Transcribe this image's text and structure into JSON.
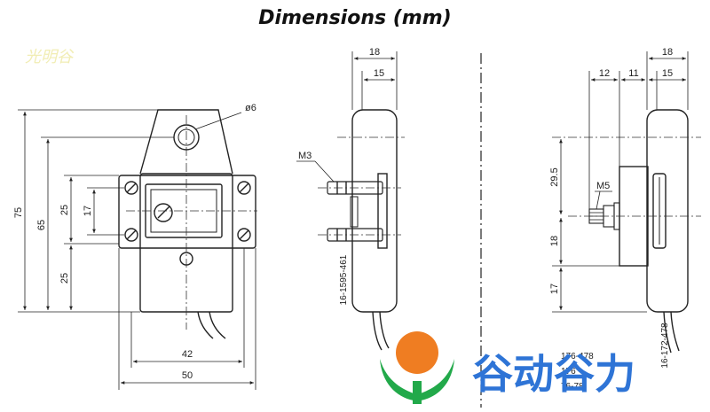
{
  "title": "Dimensions (mm)",
  "watermark": "光明谷",
  "dimensions": {
    "hole_diameter": "ø6",
    "height_total": "75",
    "height_mid": "65",
    "height_upper": "25",
    "pitch_inner": "17",
    "height_lower": "25",
    "width_inner": "42",
    "width_outer": "50",
    "side_width_outer": "18",
    "side_width_inner": "15",
    "thread_m3": "M3",
    "right_width_outer": "18",
    "right_width_a": "12",
    "right_width_b": "11",
    "right_width_c": "15",
    "right_h1": "29.5",
    "right_h2": "18",
    "right_h3": "17",
    "thread_m5": "M5"
  },
  "part_numbers": {
    "middle": "16-1595-461",
    "right": "16-172-478",
    "partial_1": "176-478",
    "partial_2": "176",
    "partial_3": "76-78"
  },
  "logo": {
    "text": "谷动谷力",
    "colors": {
      "orange": "#ef7d22",
      "green": "#22a94a",
      "blue": "#2e74d6"
    }
  }
}
